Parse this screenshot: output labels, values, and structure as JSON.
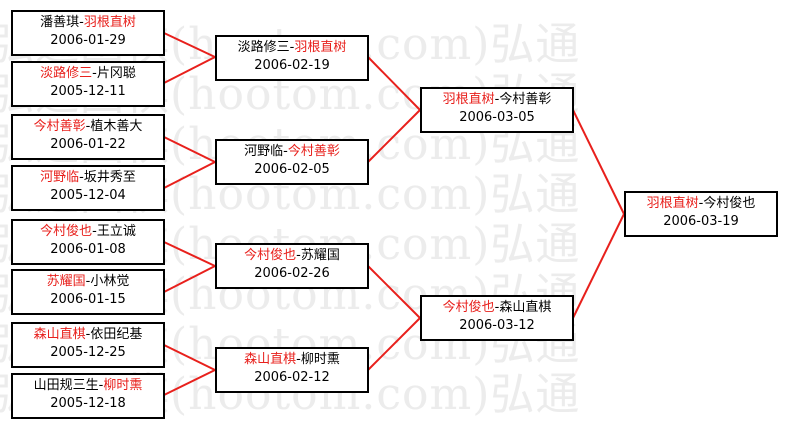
{
  "colors": {
    "winner": "#e8201c",
    "text": "#000000",
    "line": "#e8201c",
    "watermark": "#ececec"
  },
  "watermark": "弘通围棋(hootom.com)弘通",
  "matches": {
    "r1m1": {
      "p1": "潘善琪",
      "sep": "-",
      "p2": "羽根直树",
      "winner": 2,
      "date": "2006-01-29"
    },
    "r1m2": {
      "p1": "淡路修三",
      "sep": "-",
      "p2": "片冈聪",
      "winner": 1,
      "date": "2005-12-11"
    },
    "r1m3": {
      "p1": "今村善彰",
      "sep": "-",
      "p2": "植木善大",
      "winner": 1,
      "date": "2006-01-22"
    },
    "r1m4": {
      "p1": "河野临",
      "sep": "-",
      "p2": "坂井秀至",
      "winner": 1,
      "date": "2005-12-04"
    },
    "r1m5": {
      "p1": "今村俊也",
      "sep": "-",
      "p2": "王立诚",
      "winner": 1,
      "date": "2006-01-08"
    },
    "r1m6": {
      "p1": "苏耀国",
      "sep": "-",
      "p2": "小林觉",
      "winner": 1,
      "date": "2006-01-15"
    },
    "r1m7": {
      "p1": "森山直棋",
      "sep": "-",
      "p2": "依田纪基",
      "winner": 1,
      "date": "2005-12-25"
    },
    "r1m8": {
      "p1": "山田规三生",
      "sep": "-",
      "p2": "柳时熏",
      "winner": 2,
      "date": "2005-12-18"
    },
    "r2m1": {
      "p1": "淡路修三",
      "sep": "-",
      "p2": "羽根直树",
      "winner": 2,
      "date": "2006-02-19"
    },
    "r2m2": {
      "p1": "河野临",
      "sep": "-",
      "p2": "今村善彰",
      "winner": 2,
      "date": "2006-02-05"
    },
    "r2m3": {
      "p1": "今村俊也",
      "sep": "-",
      "p2": "苏耀国",
      "winner": 1,
      "date": "2006-02-26"
    },
    "r2m4": {
      "p1": "森山直棋",
      "sep": "-",
      "p2": "柳时熏",
      "winner": 1,
      "date": "2006-02-12"
    },
    "r3m1": {
      "p1": "羽根直树",
      "sep": "-",
      "p2": "今村善彰",
      "winner": 1,
      "date": "2006-03-05"
    },
    "r3m2": {
      "p1": "今村俊也",
      "sep": "-",
      "p2": "森山直棋",
      "winner": 1,
      "date": "2006-03-12"
    },
    "final": {
      "p1": "羽根直树",
      "sep": "-",
      "p2": "今村俊也",
      "winner": 1,
      "date": "2006-03-19"
    }
  }
}
